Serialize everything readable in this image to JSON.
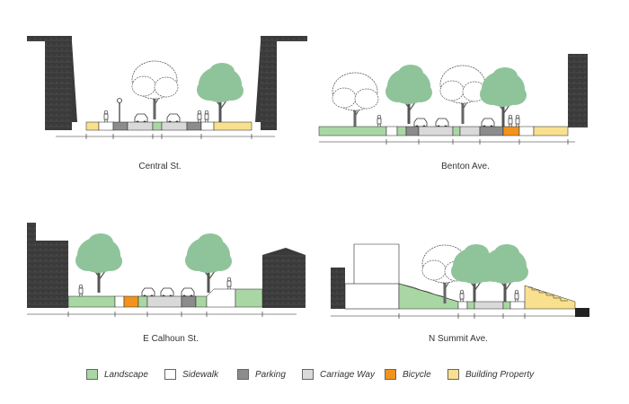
{
  "sections": [
    {
      "id": "central",
      "name": "Central St."
    },
    {
      "id": "benton",
      "name": "Benton Ave."
    },
    {
      "id": "calhoun",
      "name": "E Calhoun St."
    },
    {
      "id": "summit",
      "name": "N Summit Ave."
    }
  ],
  "legend": {
    "items": [
      {
        "label": "Landscape",
        "color": "#a9d7a3"
      },
      {
        "label": "Sidewalk",
        "color": "#ffffff"
      },
      {
        "label": "Parking",
        "color": "#8c8c8c"
      },
      {
        "label": "Carriage Way",
        "color": "#d9d9d9"
      },
      {
        "label": "Bicycle",
        "color": "#f2931e"
      },
      {
        "label": "Building Property",
        "color": "#f8e08e"
      }
    ]
  },
  "colors": {
    "building": "#3a3a3a",
    "tree": "#8fc49a",
    "outline": "#222222"
  }
}
